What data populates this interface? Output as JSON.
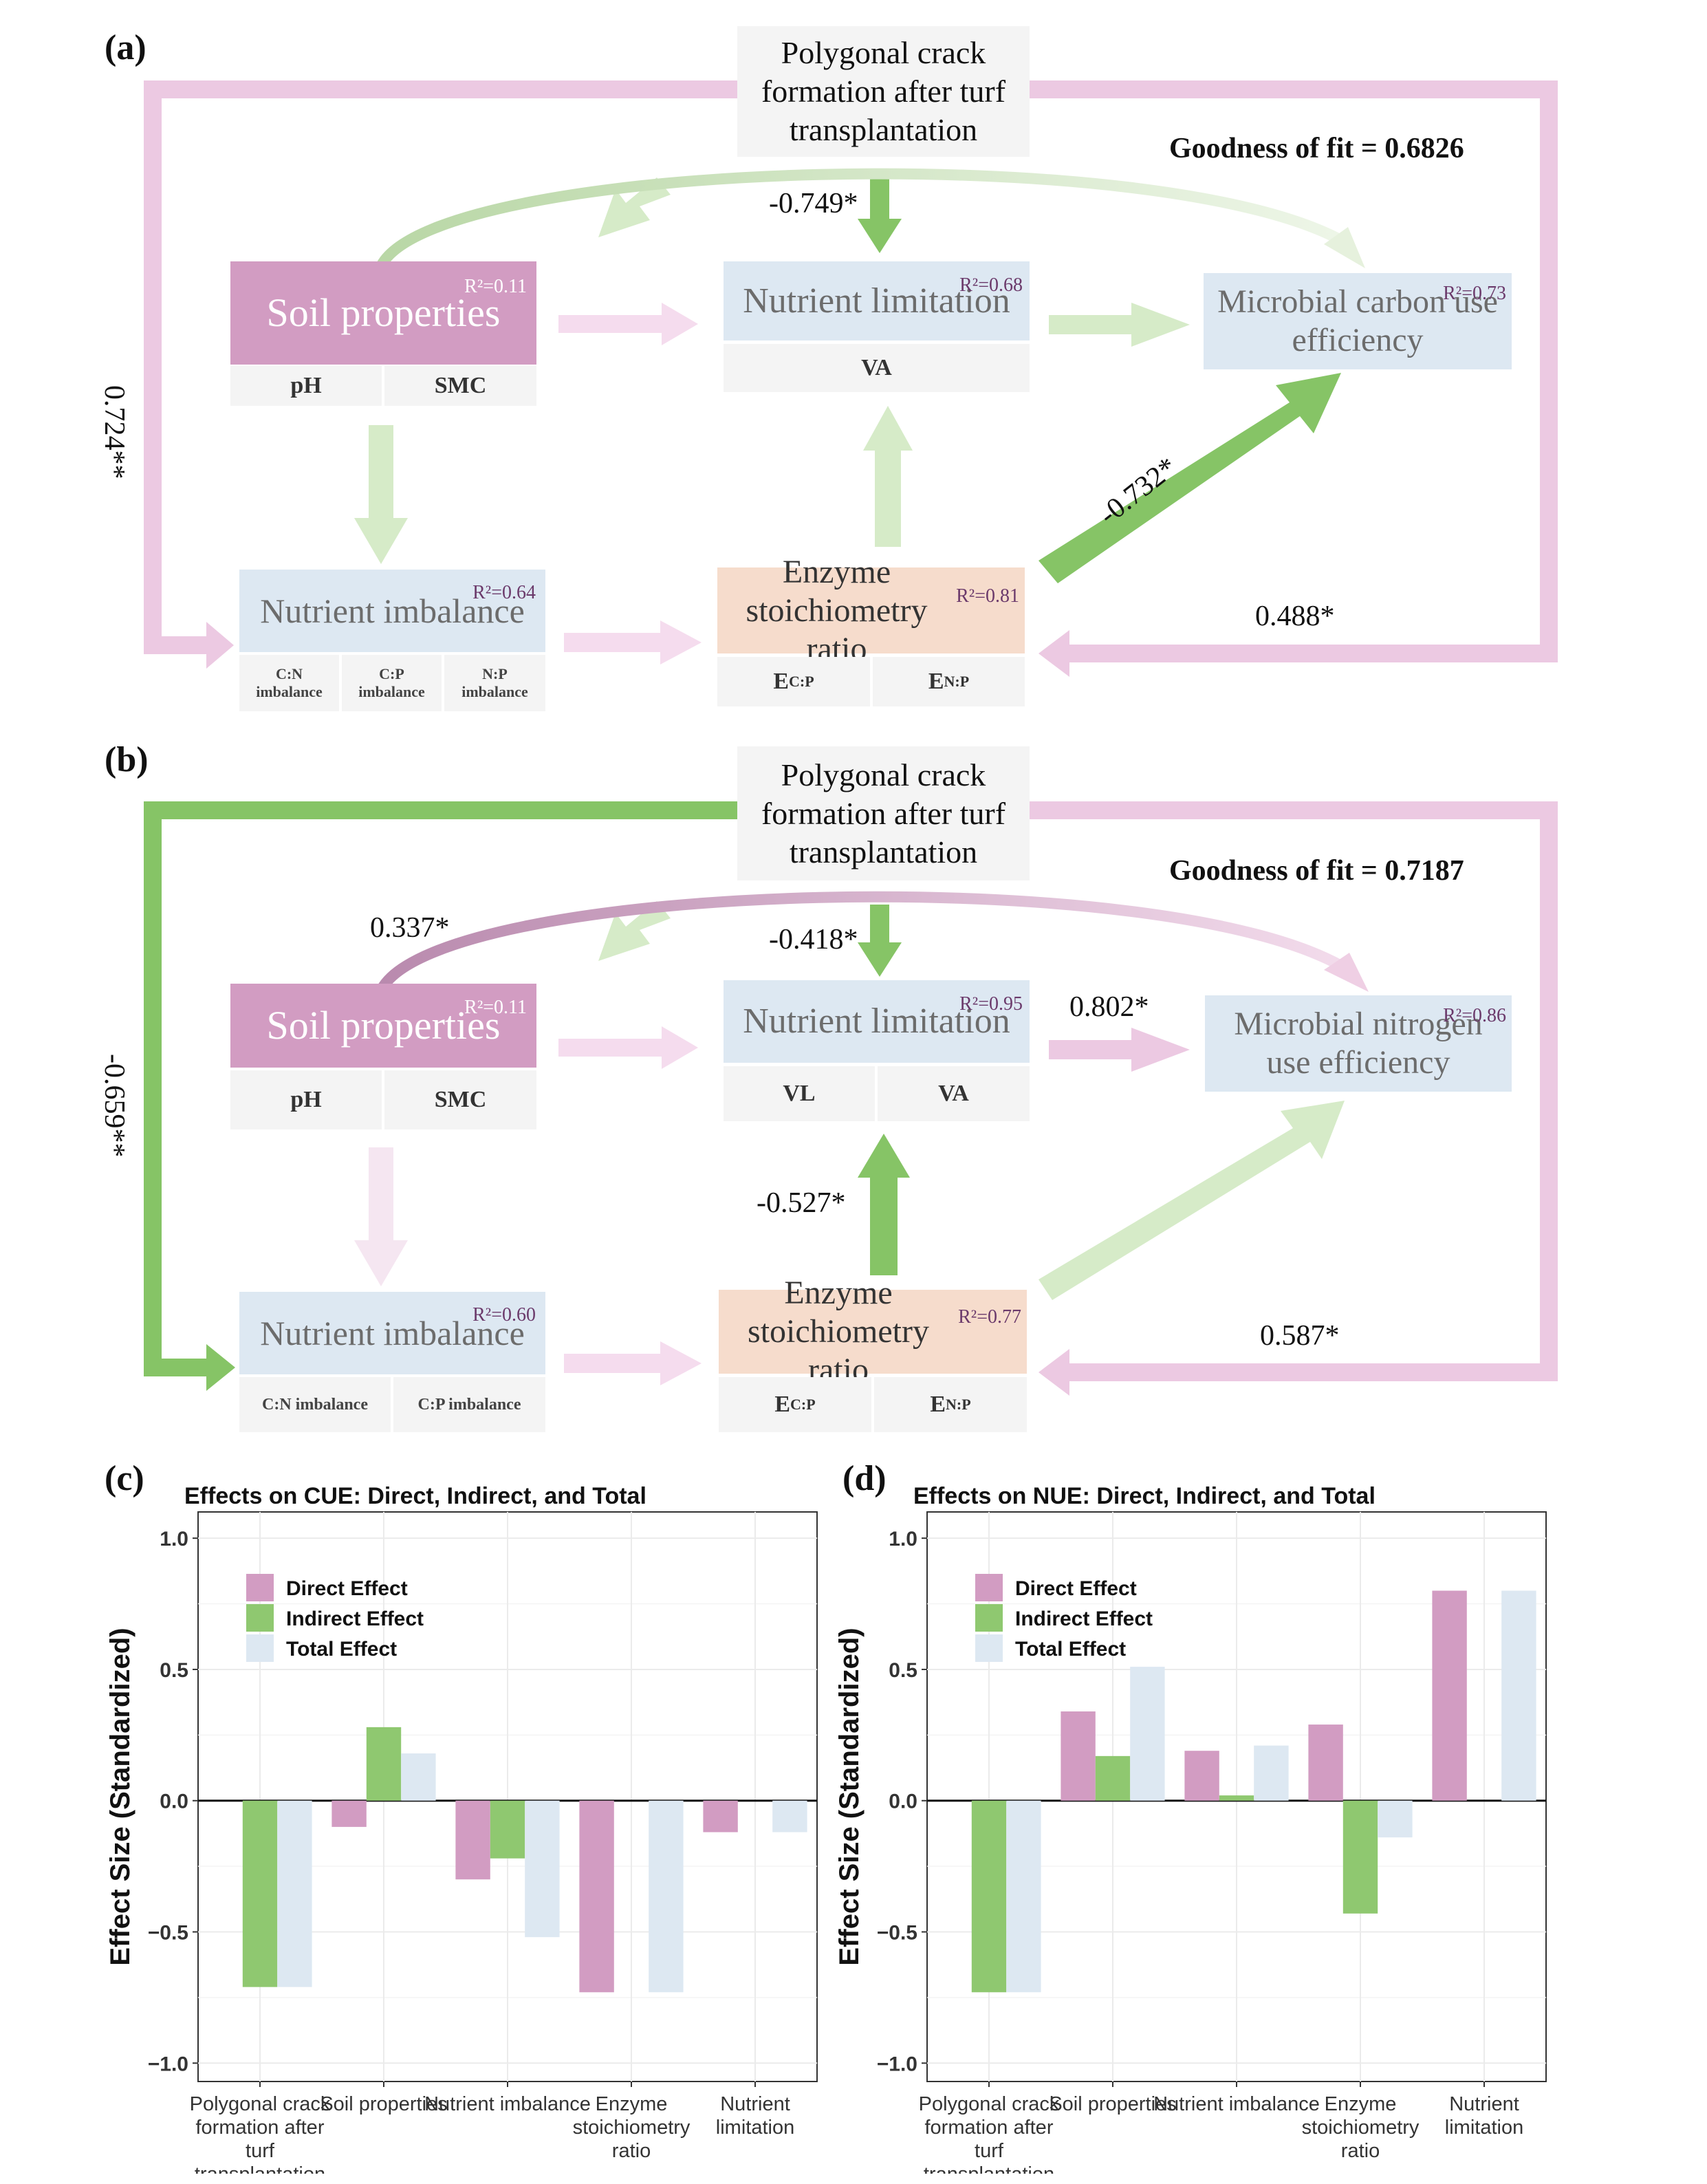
{
  "panels": {
    "a": "(a)",
    "b": "(b)",
    "c": "(c)",
    "d": "(d)"
  },
  "diagram_a": {
    "header": "Polygonal crack formation after turf transplantation",
    "goodness": "Goodness of fit = 0.6826",
    "soil": {
      "title": "Soil properties",
      "r2": "R²=0.11",
      "subs": [
        "pH",
        "SMC"
      ]
    },
    "nlim": {
      "title": "Nutrient limitation",
      "r2": "R²=0.68",
      "subs": [
        "VA"
      ]
    },
    "micro": {
      "title": "Microbial carbon use efficiency",
      "r2": "R²=0.73"
    },
    "nimb": {
      "title": "Nutrient imbalance",
      "r2": "R²=0.64",
      "subs": [
        "C:N imbalance",
        "C:P imbalance",
        "N:P imbalance"
      ]
    },
    "enzyme": {
      "title": "Enzyme stoichiometry ratio",
      "r2": "R²=0.81",
      "subs": [
        "EC:P",
        "EN:P"
      ]
    },
    "coefs": {
      "left": "0.724**",
      "top": "-0.749*",
      "diag": "-0.732*",
      "bottom": "0.488*"
    }
  },
  "diagram_b": {
    "header": "Polygonal crack formation after turf transplantation",
    "goodness": "Goodness of fit = 0.7187",
    "soil": {
      "title": "Soil properties",
      "r2": "R²=0.11",
      "subs": [
        "pH",
        "SMC"
      ]
    },
    "nlim": {
      "title": "Nutrient limitation",
      "r2": "R²=0.95",
      "subs": [
        "VL",
        "VA"
      ]
    },
    "micro": {
      "title": "Microbial nitrogen use efficiency",
      "r2": "R²=0.86"
    },
    "nimb": {
      "title": "Nutrient imbalance",
      "r2": "R²=0.60",
      "subs": [
        "C:N imbalance",
        "C:P imbalance"
      ]
    },
    "enzyme": {
      "title": "Enzyme stoichiometry ratio",
      "r2": "R²=0.77",
      "subs": [
        "EC:P",
        "EN:P"
      ]
    },
    "coefs": {
      "left": "-0.659**",
      "curve": "0.337*",
      "top": "-0.418*",
      "right": "0.802*",
      "up": "-0.527*",
      "bottom": "0.587*"
    }
  },
  "colors": {
    "direct": "#d29cc2",
    "indirect": "#8fc870",
    "total": "#dde8f2",
    "arrow_pink": "#ecc9e2",
    "arrow_green": "#86c466",
    "arrow_lightgreen": "#d6ebc8"
  },
  "chart_data": [
    {
      "type": "bar",
      "title": "Effects on CUE: Direct, Indirect, and Total",
      "ylabel": "Effect Size (Standardized)",
      "categories": [
        "Polygonal crack formation after turf transplantation",
        "Soil properties",
        "Nutrient imbalance",
        "Enzyme stoichiometry ratio",
        "Nutrient limitation"
      ],
      "series": [
        {
          "name": "Direct Effect",
          "values": [
            0,
            -0.1,
            -0.3,
            -0.73,
            -0.12
          ]
        },
        {
          "name": "Indirect Effect",
          "values": [
            -0.71,
            0.28,
            -0.22,
            0,
            0
          ]
        },
        {
          "name": "Total Effect",
          "values": [
            -0.71,
            0.18,
            -0.52,
            -0.73,
            -0.12
          ]
        }
      ],
      "ylim": [
        -1.07,
        1.1
      ],
      "yticks": [
        "1.0",
        "0.5",
        "0.0",
        "−0.5",
        "−1.0"
      ],
      "ytick_values": [
        1.0,
        0.5,
        0.0,
        -0.5,
        -1.0
      ],
      "grid": true,
      "legend": "top-left"
    },
    {
      "type": "bar",
      "title": "Effects on NUE: Direct, Indirect, and Total",
      "ylabel": "Effect Size (Standardized)",
      "categories": [
        "Polygonal crack formation after turf transplantation",
        "Soil properties",
        "Nutrient imbalance",
        "Enzyme stoichiometry ratio",
        "Nutrient limitation"
      ],
      "series": [
        {
          "name": "Direct Effect",
          "values": [
            0,
            0.34,
            0.19,
            0.29,
            0.8
          ]
        },
        {
          "name": "Indirect Effect",
          "values": [
            -0.73,
            0.17,
            0.02,
            -0.43,
            0
          ]
        },
        {
          "name": "Total Effect",
          "values": [
            -0.73,
            0.51,
            0.21,
            -0.14,
            0.8
          ]
        }
      ],
      "ylim": [
        -1.07,
        1.1
      ],
      "yticks": [
        "1.0",
        "0.5",
        "0.0",
        "−0.5",
        "−1.0"
      ],
      "ytick_values": [
        1.0,
        0.5,
        0.0,
        -0.5,
        -1.0
      ],
      "grid": true,
      "legend": "top-left"
    }
  ]
}
